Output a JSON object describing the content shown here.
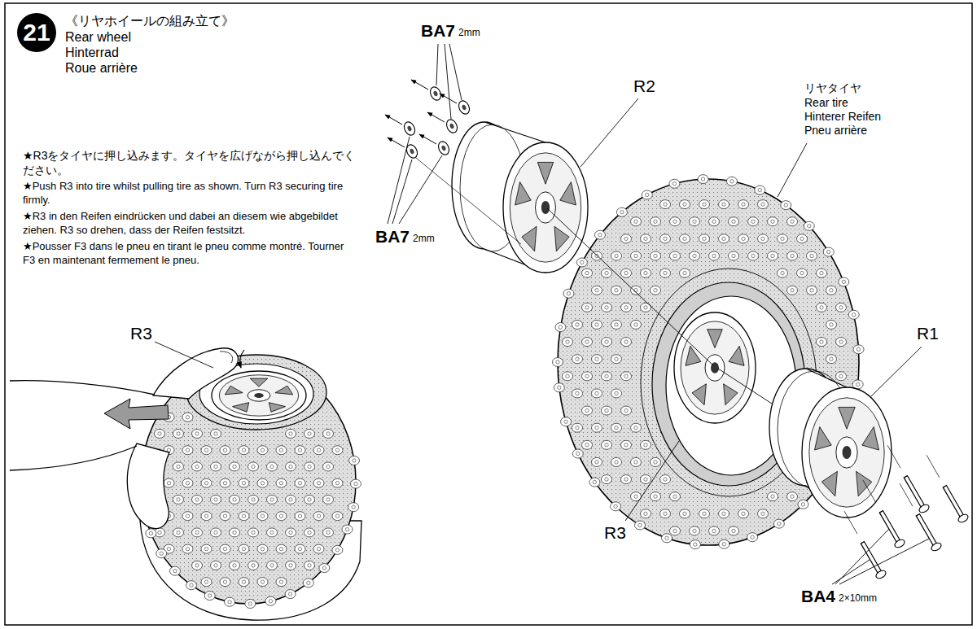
{
  "diagram": {
    "title": "《リヤホイールの組み立て》",
    "nodes": [
      {
        "text": [
          "21"
        ]
      }
    ],
    "labels": [
      "Rear wheel",
      "Hinterrad",
      "Roue arrière",
      "★R3をタイヤに押し込みます。タイヤを広げながら押し込んでください。",
      "★Push R3 into tire whilst pulling tire as shown. Turn R3 securing tire firmly.",
      "★R3 in den Reifen eindrücken und dabei an diesem wie abgebildet ziehen. R3 so drehen, dass der Reifen festsitzt.",
      "★Pousser F3 dans le pneu en tirant le pneu comme montré. Tourner F3 en maintenant fermement le pneu.",
      "BA7",
      "2mm",
      "R2",
      "リヤタイヤ",
      "Rear tire",
      "Hinterer Reifen",
      "Pneu arrière",
      "BA7",
      "2mm",
      "R3",
      "R1",
      "R3",
      "BA4",
      "2×10mm"
    ]
  }
}
